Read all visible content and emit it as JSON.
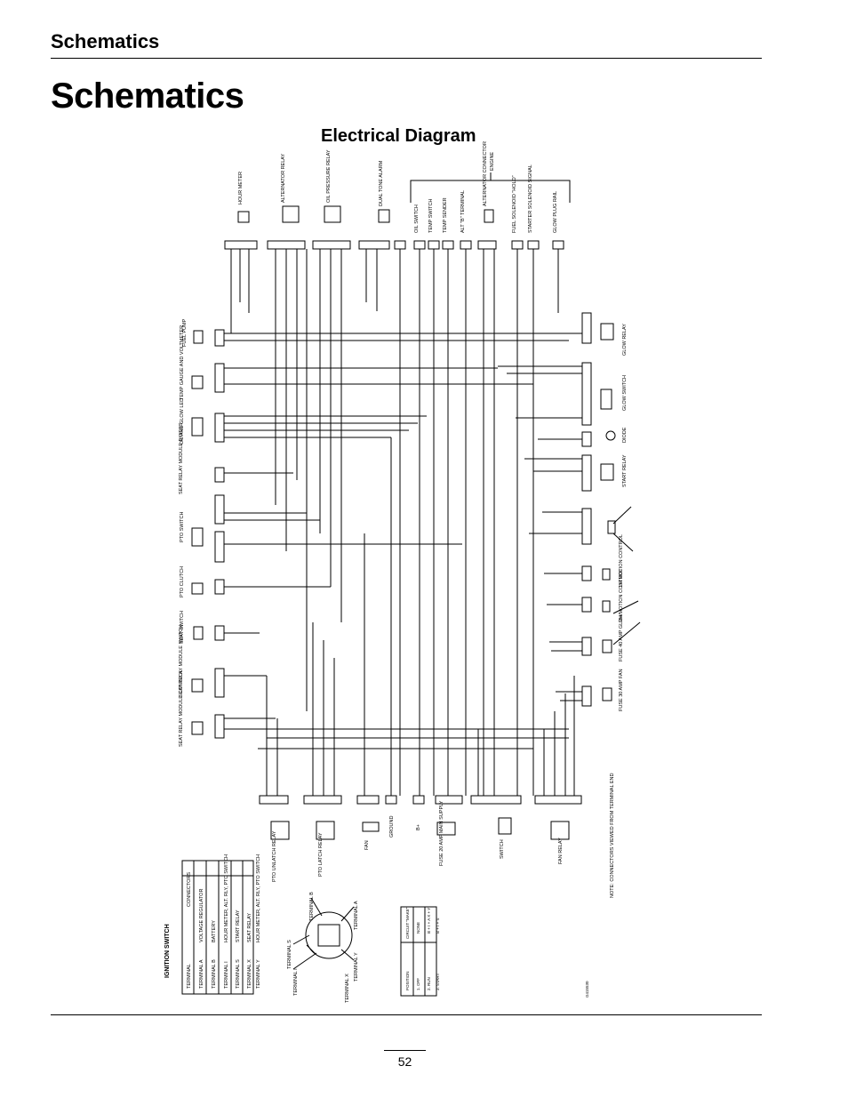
{
  "header": {
    "section_title": "Schematics"
  },
  "page": {
    "title": "Schematics",
    "number": "52"
  },
  "diagram": {
    "title": "Electrical Diagram",
    "ignition_switch": {
      "title": "IGNITION SWITCH",
      "col_terminal": "TERMINAL",
      "col_connectors": "CONNECTORS",
      "rows": [
        {
          "terminal": "TERMINAL A",
          "connectors": "VOLTAGE REGULATOR"
        },
        {
          "terminal": "TERMINAL B",
          "connectors": "BATTERY"
        },
        {
          "terminal": "TERMINAL I",
          "connectors": "HOUR METER, ALT. RLY, PTO SWITCH"
        },
        {
          "terminal": "TERMINAL S",
          "connectors": "START RELAY"
        },
        {
          "terminal": "TERMINAL X",
          "connectors": "SEAT RELAY"
        },
        {
          "terminal": "TERMINAL Y",
          "connectors": "HOUR METER, ALT. RLY, PTO SWITCH"
        }
      ]
    },
    "terminal_labels": {
      "b": "TERMINAL B",
      "s": "TERMINAL S",
      "i": "TERMINAL I",
      "x": "TERMINAL X",
      "y": "TERMINAL Y",
      "a": "TERMINAL A"
    },
    "position_table": {
      "col_position": "POSITION",
      "col_circuit": "CIRCUIT \"MAKE\"",
      "col_none": "NONE",
      "rows": [
        {
          "position": "1. OFF",
          "circuit": "NONE"
        },
        {
          "position": "2. RUN",
          "circuit": "B + I + A   X + Y"
        },
        {
          "position": "3. START",
          "circuit": "B + I + S"
        }
      ]
    },
    "note": "NOTE: CONNECTORS VIEWED FROM TERMINAL END",
    "part_number": "G415530",
    "engine_label": "ENGINE",
    "left_components": [
      "FUEL PUMP",
      "TEMP GAUGE AND VOLTMETER",
      "OIL AND GLOW LED",
      "SEAT RELAY MODULE DIODES",
      "PTO SWITCH",
      "PTO CLUTCH",
      "SEAT SWITCH",
      "SEAT RELAY MODULE SWITCH",
      "SEAT RELAY MODULE CONTROL"
    ],
    "top_components": [
      "HOUR METER",
      "ALTERNATOR RELAY",
      "OIL PRESSURE RELAY",
      "DUAL TONE ALARM",
      "OIL SWITCH",
      "TEMP SWITCH",
      "TEMP SENDER",
      "ALT \"B\" TERMINAL",
      "ALTERNATOR CONNECTOR",
      "FUEL SOLENOID \"HOLD\"",
      "STARTER SOLENOID SIGNAL",
      "GLOW PLUG RAIL"
    ],
    "right_components": [
      "GLOW RELAY",
      "GLOW SWITCH",
      "DIODE",
      "START RELAY",
      "LH MOTION CONTROL",
      "RH MOTION CONTROL",
      "FUSE 40 AMP GLOW",
      "FUSE 30 AMP FAN"
    ],
    "bottom_components": [
      "PTO UNLATCH RELAY",
      "PTO LATCH RELAY",
      "FAN",
      "GROUND",
      "B+",
      "FUSE 20 AMP MAIN SUPPLY",
      "SWITCH",
      "FAN RELAY"
    ]
  }
}
